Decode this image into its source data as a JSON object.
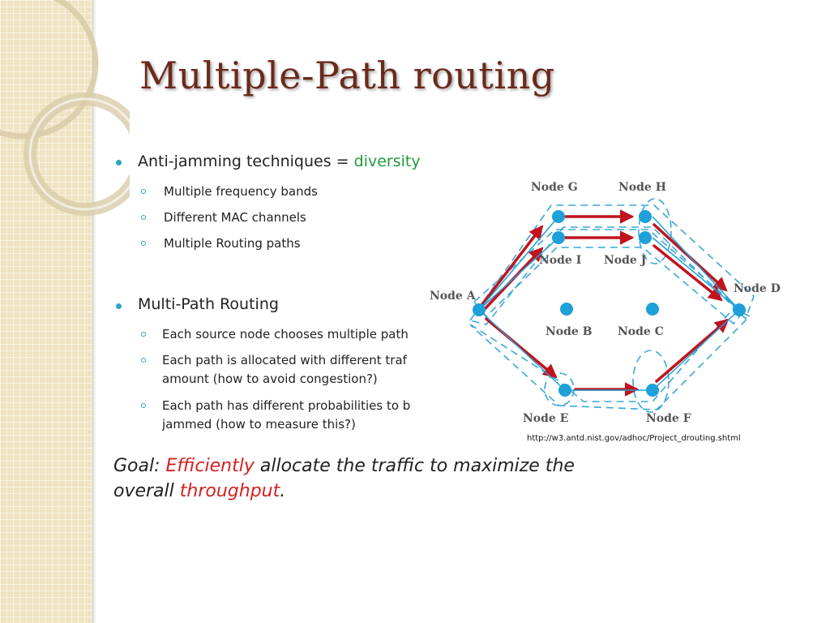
{
  "slide": {
    "title": "Multiple-Path routing",
    "bullets": [
      {
        "text": "Anti-jamming techniques =",
        "highlight": "diversity",
        "subitems": [
          "Multiple frequency bands",
          "Different MAC channels",
          "Multiple Routing paths"
        ]
      },
      {
        "text": "Multi-Path Routing",
        "subitems": [
          "Each source node chooses multiple path",
          "Each path is allocated with different traf",
          "amount (how to avoid congestion?)",
          "Each path has different probabilities to b",
          "jammed (how to measure this?)"
        ]
      }
    ],
    "goal": {
      "label": "Goal:",
      "w1": "Efficiently",
      "mid": "allocate the traffic to maximize the",
      "line2": "overall",
      "w2": "throughput",
      "end": "."
    }
  },
  "diagram": {
    "nodes": {
      "a": "Node A",
      "b": "Node B",
      "c": "Node C",
      "d": "Node D",
      "e": "Node E",
      "f": "Node F",
      "g": "Node G",
      "h": "Node H",
      "i": "Node I",
      "j": "Node J"
    },
    "source_url": "http://w3.antd.nist.gov/adhoc/Project_drouting.shtml",
    "colors": {
      "node": "#1ea0d8",
      "arrow": "#c0141e",
      "dashed": "#3aa8d8"
    }
  }
}
